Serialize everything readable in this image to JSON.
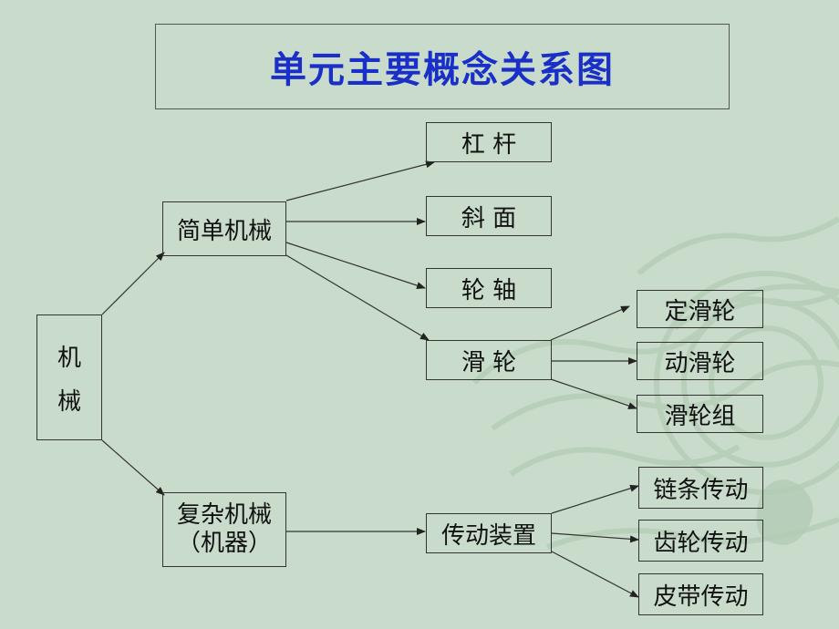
{
  "title": "单元主要概念关系图",
  "root": {
    "line1": "机",
    "line2": "械"
  },
  "simple_machine": {
    "label": "简单机械"
  },
  "complex_machine": {
    "line1": "复杂机械",
    "line2": "（机器）"
  },
  "simple_items": {
    "lever": "杠 杆",
    "incline": "斜 面",
    "wheel_axle": "轮 轴",
    "pulley": "滑 轮"
  },
  "pulley_items": {
    "fixed": "定滑轮",
    "movable": "动滑轮",
    "block": "滑轮组"
  },
  "transmission": {
    "label": "传动装置"
  },
  "transmission_items": {
    "chain": "链条传动",
    "gear": "齿轮传动",
    "belt": "皮带传动"
  },
  "colors": {
    "background": "#c9dccb",
    "title": "#1a2fc8",
    "border": "#333333"
  }
}
